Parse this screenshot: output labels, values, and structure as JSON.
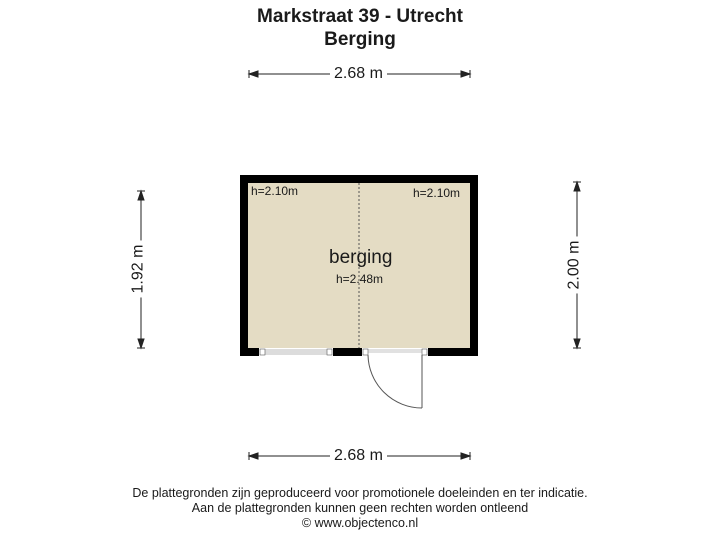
{
  "header": {
    "address": "Markstraat 39 - Utrecht",
    "floor": "Berging"
  },
  "dimensions": {
    "top_width": "2.68 m",
    "bottom_width": "2.68 m",
    "left_height": "1.92 m",
    "right_height": "2.00 m"
  },
  "room": {
    "name": "berging",
    "height_center": "h=2.48m",
    "height_left": "h=2.10m",
    "height_right": "h=2.10m",
    "fill_color": "#e4dcc4",
    "wall_color": "#000000"
  },
  "footer": {
    "line1": "De plattegronden zijn geproduceerd voor promotionele doeleinden en ter indicatie.",
    "line2": "Aan de plattegronden kunnen geen rechten worden ontleend",
    "line3": "© www.objectenco.nl"
  }
}
